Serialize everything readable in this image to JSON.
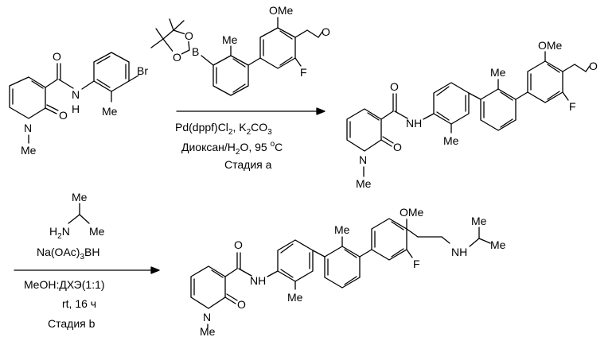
{
  "atoms": {
    "oxygen": "O",
    "nitrogen": "N",
    "amide_nh": "N",
    "amide_h": "H",
    "methyl": "Me",
    "bromo": "Br",
    "fluoro": "F",
    "methoxy": "OMe",
    "boron": "B",
    "amine_nh": "NH",
    "amine_h2n": "H2N"
  },
  "step_a": {
    "reagent_line1_main": "Pd(dppf)Cl",
    "reagent_line1_sub": "2",
    "reagent_line1_mid": ", K",
    "reagent_line1_sub2": "2",
    "reagent_line1_end": "CO",
    "reagent_line1_sub3": "3",
    "conditions_prefix": "Диоксан/H",
    "conditions_sub": "2",
    "conditions_mid": "O, 95 ",
    "conditions_sup": "o",
    "conditions_unit": "C",
    "stage_label": "Стадия а"
  },
  "step_b": {
    "reagent_main": "Na(OAc)",
    "reagent_sub": "3",
    "reagent_end": "BH",
    "solvent": "MeOH:ДХЭ(1:1)",
    "time": "rt, 16 ч",
    "stage_label": "Стадия b"
  }
}
